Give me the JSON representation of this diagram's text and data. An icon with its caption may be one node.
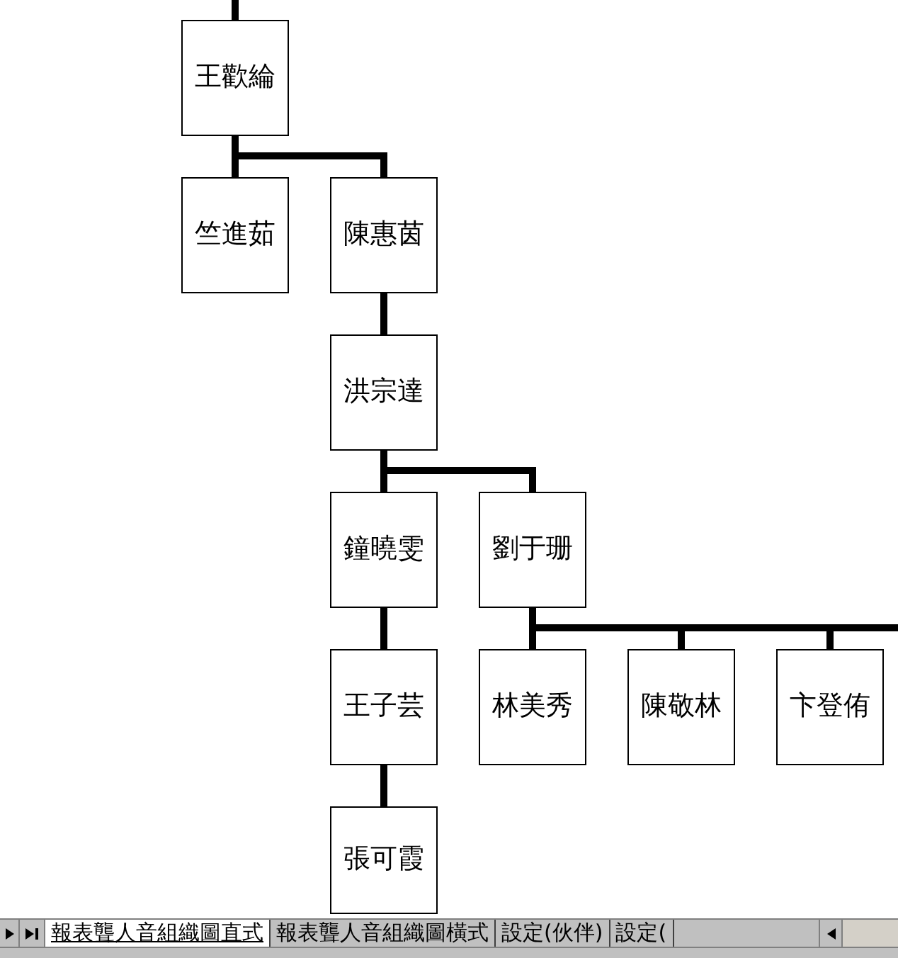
{
  "diagram": {
    "nodes": [
      {
        "text": [
          "王歡綸"
        ]
      },
      {
        "text": [
          "竺進茹"
        ]
      },
      {
        "text": [
          "陳惠茵"
        ]
      },
      {
        "text": [
          "洪宗達"
        ]
      },
      {
        "text": [
          "鐘曉雯"
        ]
      },
      {
        "text": [
          "劉于珊"
        ]
      },
      {
        "text": [
          "王子芸"
        ]
      },
      {
        "text": [
          "張可霞"
        ]
      },
      {
        "text": [
          "林美秀"
        ]
      },
      {
        "text": [
          "陳敬林"
        ]
      },
      {
        "text": [
          "卞登侑"
        ]
      }
    ],
    "edges": [
      {
        "from": null,
        "to": 0,
        "arrow": "none"
      },
      {
        "from": 0,
        "to": 1,
        "arrow": "none"
      },
      {
        "from": 0,
        "to": 2,
        "arrow": "none"
      },
      {
        "from": 2,
        "to": 3,
        "arrow": "none"
      },
      {
        "from": 3,
        "to": 4,
        "arrow": "none"
      },
      {
        "from": 3,
        "to": 5,
        "arrow": "none"
      },
      {
        "from": 4,
        "to": 6,
        "arrow": "none"
      },
      {
        "from": 6,
        "to": 7,
        "arrow": "none"
      },
      {
        "from": 5,
        "to": 8,
        "arrow": "none"
      },
      {
        "from": 5,
        "to": 9,
        "arrow": "none"
      },
      {
        "from": 5,
        "to": 10,
        "arrow": "none"
      },
      {
        "from": 5,
        "to": null,
        "arrow": "none"
      }
    ],
    "labels": [
      "報表聾人音組織圖直式",
      "報表聾人音組織圖橫式",
      "設定(伙伴)",
      "設定("
    ]
  }
}
